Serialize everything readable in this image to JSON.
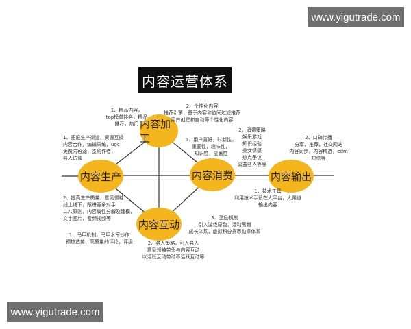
{
  "watermark": {
    "top": "www.yigutrade.com",
    "bottom": "www.yigutrade.com"
  },
  "title": "内容运营体系",
  "nodes": {
    "jiagong": "内容加工",
    "shengchan": "内容生产",
    "xiaofei": "内容消费",
    "shuchu": "内容输出",
    "hudong": "内容互动"
  },
  "notes": {
    "jiagong_a": "1、精品内容，\ntop榜单排名，精品\n推荐，热门",
    "jiagong_b": "2、个性化内容\n推荐引擎，基于内容和协同过滤推荐\n用户创建和自动等个性化内容",
    "shengchan": "1、拓展生产渠道，资源互换\n内容合作，编辑采编，ugc\n免费内容源，签约作者，\n名人访谈",
    "xiaofei_a": "1、用户喜好，时新性，\n重要性，趣味性，\n知识性，显著性",
    "xiaofei_b": "2、消费策略\n娱乐游戏\n知识经验\n美女情感\n热点争议\n公益名人等等",
    "shuchu_a": "2、口碑传播\n分享，推荐，社交网站\n内容同步，内容精选，edm\n短信等",
    "shuchu_b": "1、技术工具\n利用技术手段在大平台，大渠道\n输出内容",
    "zhiliang": "2、提高生产质量，意见领袖\n线上线下，跟进竞争对手\n二八原则，内容属性分解及建模，\n文字图片，音频视频等",
    "hudong_a": "1、马甲机制，马甲水军炒作\n预热造势，高质量的评论，评级",
    "hudong_b": "3、激励机制\n引入游戏原色，活动策划\n成长体系，虚拟积分货币勋章体系",
    "hudong_c": "2、名人策略，引入名人\n意见领袖带头与内容互动\n以活跃互动带动不活跃互动等"
  },
  "colors": {
    "node": "#f5b51c",
    "title_bg": "#101010",
    "watermark_bg": "#6f6f6f"
  }
}
